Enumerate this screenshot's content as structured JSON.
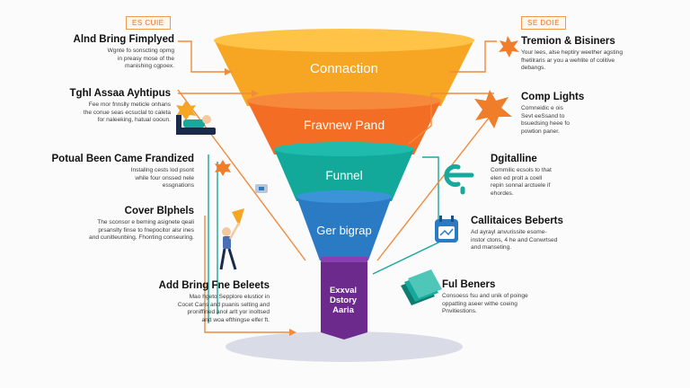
{
  "badges": {
    "left": "ES CUIE",
    "right": "SE DOIE"
  },
  "funnel": {
    "stages": [
      {
        "label": "Connaction",
        "color": "#f6a623"
      },
      {
        "label": "Fravnew Pand",
        "color": "#f36e24"
      },
      {
        "label": "Funnel",
        "color": "#12a89a"
      },
      {
        "label": "Ger bigrap",
        "color": "#2a7bc4"
      }
    ],
    "spout_label": "Exxval\nDstory\nAaria",
    "spout_color": "#6b2a8c"
  },
  "left_blocks": [
    {
      "title": "Alnd Bring Fimplyed",
      "text": "Wgnte fo sonscting opmg\nin preasy mose of the\nmanishing cgpoex."
    },
    {
      "title": "Tghl Assaa Ayhtipus",
      "text": "Fee mor fnnslly meticle onhans\nthe conue seas ecsuclal to caleta\nfor naleeking, hatual oooun."
    },
    {
      "title": "Potual Been Came Frandized",
      "text": "Installng cests lod psont\nwhile four onssed nele\nessgnations"
    },
    {
      "title": "Cover Blphels",
      "text": "The sconsor e beming asignete qeali\nprsanslty finse to fnepocitor alsr ines\nand cunitleunbing. Fhonting conseuring."
    },
    {
      "title": "Add Bring Fne Beleets",
      "text": "Mao hgeto Sepplore elustior in\nCocet Cans and puanis selting and\nproniffined anol arlt yor inoltsed\nand woa efthingse elfer ft."
    }
  ],
  "right_blocks": [
    {
      "title": "Tremion & Bisiners",
      "text": "Your lees, alse heptiry weether agsting\nfhetilraris ar you a wehlite of colitive\ndebangs."
    },
    {
      "title": "Comp Lights",
      "text": "Comneidic e ois\nSevt eeSsand to\nbsuedsing heee fo\npowtion paner."
    },
    {
      "title": "Dgitalline",
      "text": "Commilic ecsols to that\nelen ed prolt a coell\nrepin sonnal arctuele if\nehordes."
    },
    {
      "title": "Callitaices Beberts",
      "text": "Ad ayrayl anvurissite esome-\ninstor ctons, 4 he and Conwrtsed\nand manseting."
    },
    {
      "title": "Ful Beners",
      "text": "Consoess fsu and unik of poinge\noppatting aseer withe coeing\nPnvitiestions."
    }
  ],
  "colors": {
    "orange_line": "#f08a3c",
    "teal_line": "#17a99b",
    "star": "#ef7d2a"
  }
}
